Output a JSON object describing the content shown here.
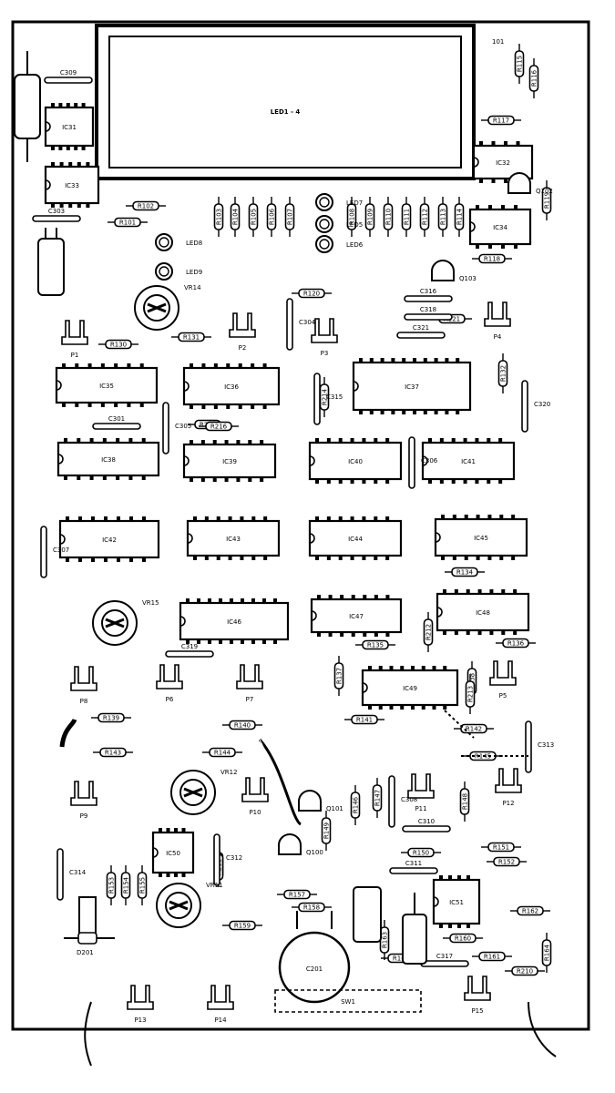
{
  "display": {
    "label": "LED1 - 4",
    "ref": "101"
  },
  "ics": [
    {
      "label": "IC31"
    },
    {
      "label": "IC32"
    },
    {
      "label": "IC33"
    },
    {
      "label": "IC34"
    },
    {
      "label": "IC35"
    },
    {
      "label": "IC36"
    },
    {
      "label": "IC37"
    },
    {
      "label": "IC38"
    },
    {
      "label": "IC39"
    },
    {
      "label": "IC40"
    },
    {
      "label": "IC41"
    },
    {
      "label": "IC42"
    },
    {
      "label": "IC43"
    },
    {
      "label": "IC44"
    },
    {
      "label": "IC45"
    },
    {
      "label": "IC46"
    },
    {
      "label": "IC47"
    },
    {
      "label": "IC48"
    },
    {
      "label": "IC49"
    },
    {
      "label": "IC50"
    },
    {
      "label": "IC51"
    }
  ],
  "resistors": [
    {
      "label": "R102"
    },
    {
      "label": "R101"
    },
    {
      "label": "R103"
    },
    {
      "label": "R104"
    },
    {
      "label": "R105"
    },
    {
      "label": "R106"
    },
    {
      "label": "R107"
    },
    {
      "label": "R108"
    },
    {
      "label": "R109"
    },
    {
      "label": "R110"
    },
    {
      "label": "R111"
    },
    {
      "label": "R112"
    },
    {
      "label": "R113"
    },
    {
      "label": "R114"
    },
    {
      "label": "R115"
    },
    {
      "label": "R116"
    },
    {
      "label": "R117"
    },
    {
      "label": "R118"
    },
    {
      "label": "R119"
    },
    {
      "label": "R120"
    },
    {
      "label": "R121"
    },
    {
      "label": "R130"
    },
    {
      "label": "R131"
    },
    {
      "label": "R132"
    },
    {
      "label": "R134"
    },
    {
      "label": "R135"
    },
    {
      "label": "R136"
    },
    {
      "label": "R137"
    },
    {
      "label": "R138"
    },
    {
      "label": "R139"
    },
    {
      "label": "R140"
    },
    {
      "label": "R141"
    },
    {
      "label": "R142"
    },
    {
      "label": "R143"
    },
    {
      "label": "R144"
    },
    {
      "label": "R145"
    },
    {
      "label": "R146"
    },
    {
      "label": "R147"
    },
    {
      "label": "R148"
    },
    {
      "label": "R149"
    },
    {
      "label": "R150"
    },
    {
      "label": "R151"
    },
    {
      "label": "R152"
    },
    {
      "label": "R153"
    },
    {
      "label": "R154"
    },
    {
      "label": "R155"
    },
    {
      "label": "R156"
    },
    {
      "label": "R157"
    },
    {
      "label": "R158"
    },
    {
      "label": "R159"
    },
    {
      "label": "R160"
    },
    {
      "label": "R161"
    },
    {
      "label": "R162"
    },
    {
      "label": "R163"
    },
    {
      "label": "R164"
    },
    {
      "label": "R165"
    },
    {
      "label": "R210"
    },
    {
      "label": "R211"
    },
    {
      "label": "R212"
    },
    {
      "label": "R213"
    },
    {
      "label": "R214"
    },
    {
      "label": "R215"
    },
    {
      "label": "R216"
    }
  ],
  "capacitors": [
    {
      "label": "C309"
    },
    {
      "label": "C303"
    },
    {
      "label": "C301"
    },
    {
      "label": "C304"
    },
    {
      "label": "C305"
    },
    {
      "label": "C306"
    },
    {
      "label": "C307"
    },
    {
      "label": "C308"
    },
    {
      "label": "C310"
    },
    {
      "label": "C311"
    },
    {
      "label": "C312"
    },
    {
      "label": "C313"
    },
    {
      "label": "C314"
    },
    {
      "label": "C315"
    },
    {
      "label": "C316"
    },
    {
      "label": "C317"
    },
    {
      "label": "C318"
    },
    {
      "label": "C319"
    },
    {
      "label": "C320"
    },
    {
      "label": "C321"
    }
  ],
  "leds": [
    {
      "label": "LED7"
    },
    {
      "label": "LED5"
    },
    {
      "label": "LED6"
    },
    {
      "label": "LED8"
    },
    {
      "label": "LED9"
    }
  ],
  "presets": [
    {
      "label": "VR14"
    },
    {
      "label": "VR15"
    },
    {
      "label": "VR12"
    },
    {
      "label": "VR11"
    }
  ],
  "connectors": [
    {
      "label": "P1"
    },
    {
      "label": "P2"
    },
    {
      "label": "P3"
    },
    {
      "label": "P4"
    },
    {
      "label": "P5"
    },
    {
      "label": "P6"
    },
    {
      "label": "P7"
    },
    {
      "label": "P8"
    },
    {
      "label": "P9"
    },
    {
      "label": "P10"
    },
    {
      "label": "P11"
    },
    {
      "label": "P12"
    },
    {
      "label": "P13"
    },
    {
      "label": "P14"
    },
    {
      "label": "P15"
    }
  ],
  "transistors": [
    {
      "label": "Q102"
    },
    {
      "label": "Q103"
    },
    {
      "label": "Q101"
    },
    {
      "label": "Q100"
    }
  ],
  "diodes": [
    {
      "label": "D201"
    }
  ],
  "misc": {
    "bottom_component": "C201",
    "bottom_box": "SW1"
  }
}
